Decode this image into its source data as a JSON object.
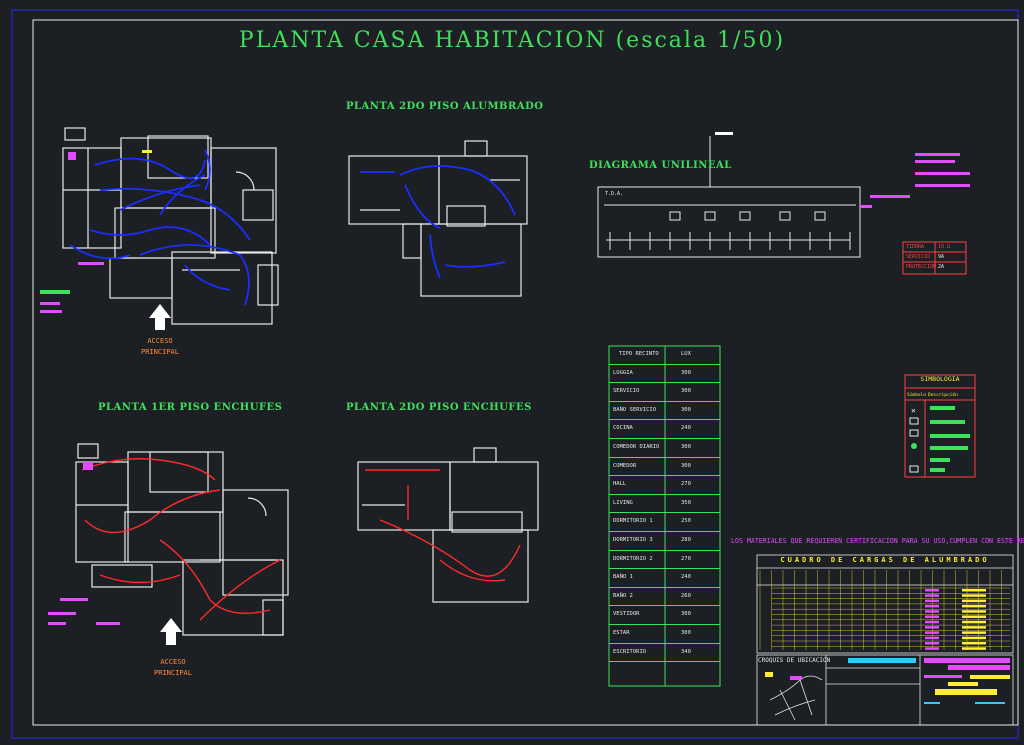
{
  "title": "PLANTA CASA HABITACION (escala 1/50)",
  "sections": {
    "plan1_label": "ACCESO PRINCIPAL",
    "plan2_title": "PLANTA 2DO PISO ALUMBRADO",
    "diagram_title": "DIAGRAMA UNILINEAL",
    "plan3_title": "PLANTA 1ER PISO ENCHUFES",
    "plan4_title": "PLANTA 2DO PISO ENCHUFES",
    "plan3_label": "ACCESO PRINCIPAL"
  },
  "diagram": {
    "tda": "T.D.A."
  },
  "earth_table": [
    [
      "TIERRA",
      "10 Ω"
    ],
    [
      "SERVICIO",
      "9A"
    ],
    [
      "PROTECCION",
      "2A"
    ]
  ],
  "lux_table": {
    "headers": [
      "TIPO RECINTO",
      "LUX"
    ],
    "rows": [
      [
        "LOGGIA",
        "300"
      ],
      [
        "SERVICIO",
        "300"
      ],
      [
        "BAÑO SERVICIO",
        "300"
      ],
      [
        "COCINA",
        "240"
      ],
      [
        "COMEDOR DIARIO",
        "300"
      ],
      [
        "COMEDOR",
        "300"
      ],
      [
        "HALL",
        "270"
      ],
      [
        "LIVING",
        "350"
      ],
      [
        "DORMITORIO 1",
        "250"
      ],
      [
        "DORMITORIO 3",
        "280"
      ],
      [
        "DORMITORIO 2",
        "270"
      ],
      [
        "BAÑO 1",
        "240"
      ],
      [
        "BAÑO 2",
        "260"
      ],
      [
        "VESTIDOR",
        "300"
      ],
      [
        "ESTAR",
        "300"
      ],
      [
        "ESCRITORIO",
        "340"
      ]
    ]
  },
  "symbology": {
    "title": "SIMBOLOGIA",
    "col1": "Símbolo",
    "col2": "Descripción"
  },
  "note": "LOS MATERIALES QUE REQUIEREN CERTIFICACION PARA SU USO,CUMPLEN CON ESTE REQUISITO.",
  "cargas_title": "CUADRO DE CARGAS DE ALUMBRADO",
  "croquis": "CROQUIS DE UBICACION",
  "colors": {
    "background": "#1c1f24",
    "walls": "#e8e8e8",
    "lighting": "#1a2eff",
    "outlets": "#ff2a2a",
    "titles": "#3ee05a",
    "magenta": "#e24bff",
    "yellow": "#ffee33"
  }
}
